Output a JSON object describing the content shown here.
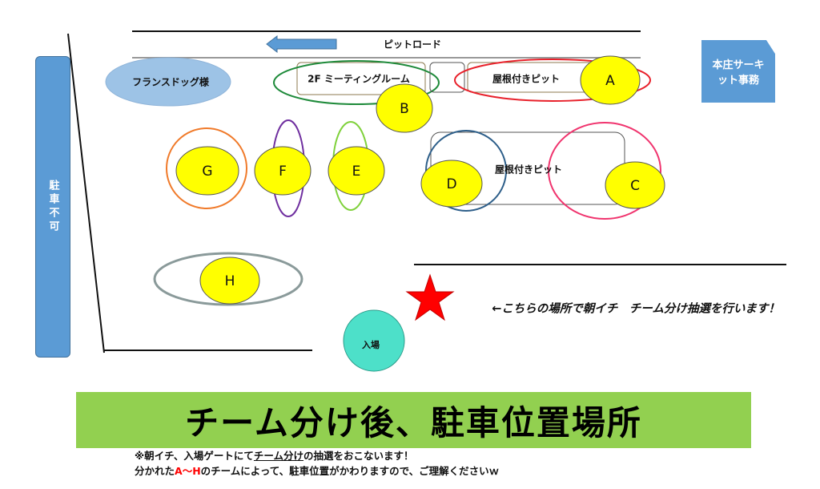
{
  "pit_road": "ピットロード",
  "no_parking": "駐車不可",
  "office": "本庄サーキット事務",
  "france_dog": "フランスドッグ様",
  "meeting_room": "2F ミーティングルーム",
  "roofed_pit_top": "屋根付きピット",
  "roofed_pit_mid": "屋根付きピット",
  "zones": {
    "A": "A",
    "B": "B",
    "C": "C",
    "D": "D",
    "E": "E",
    "F": "F",
    "G": "G",
    "H": "H"
  },
  "entrance": "入場",
  "lottery_note": "←こちらの場所で朝イチ　チーム分け抽選を行います！",
  "banner_title": "チーム分け後、駐車位置場所",
  "notes": {
    "line1_a": "※朝イチ、入場ゲートにて",
    "line1_b": "チーム分け",
    "line1_c": "の抽選をおこないます！",
    "line2_a": "分かれた",
    "line2_b": "A～H",
    "line2_c": "のチームによって、駐車位置がかわりますので、ご理解くださいｗ"
  },
  "colors": {
    "blue": "#5b9bd5",
    "yellow": "#ffff00",
    "banner": "#92d050",
    "star": "#ff0000",
    "entrance": "#4de0c9"
  }
}
